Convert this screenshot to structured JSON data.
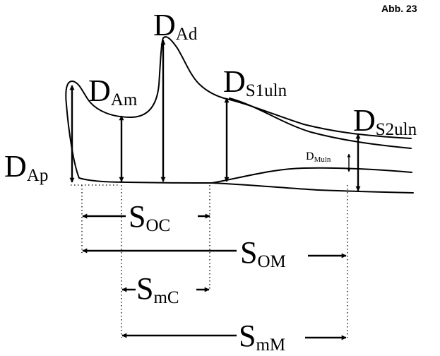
{
  "figure_label": "Abb. 23",
  "labels": {
    "D_Ad": {
      "main": "D",
      "sub": "Ad"
    },
    "D_Am": {
      "main": "D",
      "sub": "Am"
    },
    "D_S1uln": {
      "main": "D",
      "sub": "S1uln"
    },
    "D_S2uln": {
      "main": "D",
      "sub": "S2uln"
    },
    "D_Ap": {
      "main": "D",
      "sub": "Ap"
    },
    "D_Muln": {
      "main": "D",
      "sub": "Muln"
    },
    "S_OC": {
      "main": "S",
      "sub": "OC"
    },
    "S_OM": {
      "main": "S",
      "sub": "OM"
    },
    "S_mC": {
      "main": "S",
      "sub": "mC"
    },
    "S_mM": {
      "main": "S",
      "sub": "mM"
    }
  }
}
